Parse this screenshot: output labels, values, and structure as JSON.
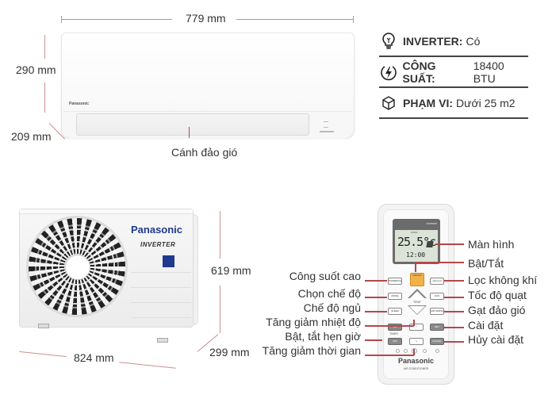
{
  "indoor_unit": {
    "width_label": "779 mm",
    "height_label": "290 mm",
    "depth_label": "209 mm",
    "brand": "Panasonic",
    "flap_label": "Cánh đảo gió"
  },
  "specs": [
    {
      "icon": "lightbulb-icon",
      "key": "INVERTER:",
      "value": "Có"
    },
    {
      "icon": "power-bolt-icon",
      "key": "CÔNG SUẤT:",
      "value": "18400 BTU"
    },
    {
      "icon": "cube-icon",
      "key": "PHẠM VI:",
      "value": "Dưới 25 m2"
    }
  ],
  "outdoor_unit": {
    "brand": "Panasonic",
    "inverter_logo": "INVERTER",
    "width_label": "824 mm",
    "height_label": "619 mm",
    "depth_label": "299 mm"
  },
  "remote": {
    "lcd_logo": "Inverter",
    "lcd_mode": "COOL",
    "lcd_temp": "25.5°c",
    "lcd_time": "12:00",
    "buttons": {
      "onoff": "OFF/ON",
      "powerful": "POWERFUL /ECO",
      "nanoe": "nanoe-G",
      "mode": "MODE",
      "fan_speed": "FAN SPEED QUIET",
      "sleep": "SLEEP",
      "air_swing": "AIR SWING",
      "temp": "TEMP",
      "timer_on": "ON",
      "timer_up": "^",
      "set": "SET",
      "timer": "TIMER",
      "timer_off": "OFF",
      "timer_down": "v",
      "cancel": "CANCEL"
    },
    "small_buttons": [
      "SET",
      "CHECK",
      "CLOCK",
      "RESET",
      "▼"
    ],
    "brand": "Panasonic",
    "subtitle": "AIR CONDITIONER"
  },
  "callouts_left": [
    "Công suốt cao",
    "Chọn chế độ",
    "Chế độ ngủ",
    "Tăng giảm nhiệt độ",
    "Bật, tắt hẹn giờ",
    "Tăng giảm thời gian"
  ],
  "callouts_right": [
    "Màn hình",
    "Bật/Tắt",
    "Lọc không khí",
    "Tốc độ quạt",
    "Gạt đảo gió",
    "Cài đặt",
    "Hủy cài đặt"
  ],
  "colors": {
    "dimension_line": "#c9908f",
    "callout_line": "#b5474a",
    "brand_blue": "#1f3a8f",
    "onoff_orange": "#f2b24a"
  }
}
